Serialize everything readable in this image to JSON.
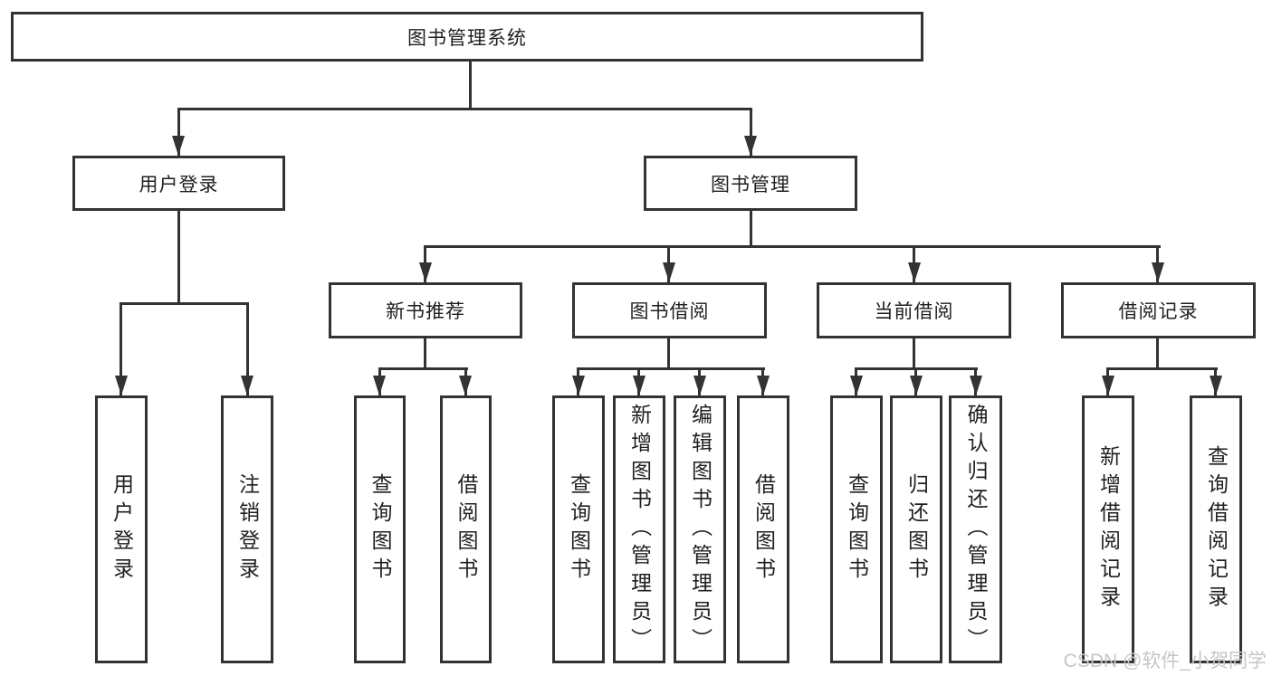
{
  "diagram_type": "functional-structure-tree",
  "colors": {
    "line": "#333333",
    "box_background": "#ffffff",
    "text": "#1f1f1f",
    "watermark": "#c6c6c6"
  },
  "tree": {
    "root": {
      "label": "图书管理系统"
    },
    "branches": [
      {
        "label": "用户登录",
        "leaves": [
          {
            "label": "用户登录"
          },
          {
            "label": "注销登录"
          }
        ]
      },
      {
        "label": "图书管理",
        "groups": [
          {
            "label": "新书推荐",
            "leaves": [
              {
                "label": "查询图书"
              },
              {
                "label": "借阅图书"
              }
            ]
          },
          {
            "label": "图书借阅",
            "leaves": [
              {
                "label": "查询图书"
              },
              {
                "label": "新增图书（管理员）"
              },
              {
                "label": "编辑图书（管理员）"
              },
              {
                "label": "借阅图书"
              }
            ]
          },
          {
            "label": "当前借阅",
            "leaves": [
              {
                "label": "查询图书"
              },
              {
                "label": "归还图书"
              },
              {
                "label": "确认归还（管理员）"
              }
            ]
          },
          {
            "label": "借阅记录",
            "leaves": [
              {
                "label": "新增借阅记录"
              },
              {
                "label": "查询借阅记录"
              }
            ]
          }
        ]
      }
    ]
  },
  "watermark": {
    "text": "CSDN @软件_小贺同学"
  }
}
